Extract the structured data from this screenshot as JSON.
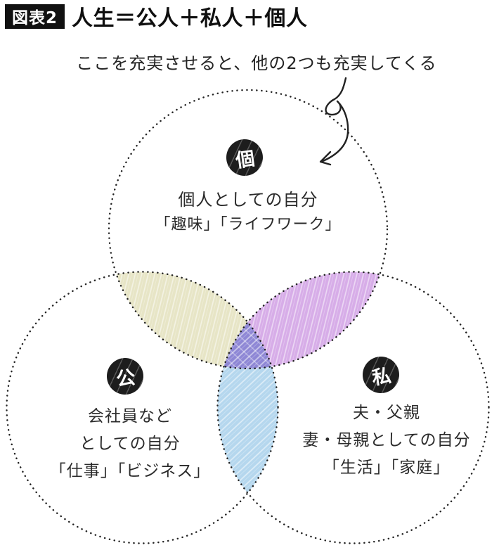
{
  "header": {
    "figure_label": "図表2",
    "title": "人生＝公人＋私人＋個人"
  },
  "annotation": {
    "text": "ここを充実させると、他の2つも充実してくる"
  },
  "venn": {
    "circles": [
      {
        "id": "individual",
        "badge": "個",
        "lines": [
          "個人としての自分",
          "「趣味」「ライフワーク」"
        ]
      },
      {
        "id": "public",
        "badge": "公",
        "lines": [
          "会社員など",
          "としての自分",
          "「仕事」「ビジネス」"
        ]
      },
      {
        "id": "private",
        "badge": "私",
        "lines": [
          "夫・父親",
          "妻・母親としての自分",
          "「生活」「家庭」"
        ]
      }
    ],
    "colors": {
      "individual_public_overlap": "#e7e5c6",
      "individual_private_overlap": "#d7ade8",
      "public_private_overlap": "#b5d7ee",
      "center_overlap": "#8e87d5",
      "badge_background": "#1d1d1d",
      "outline_dots": "#222222",
      "arrow": "#222222"
    }
  }
}
